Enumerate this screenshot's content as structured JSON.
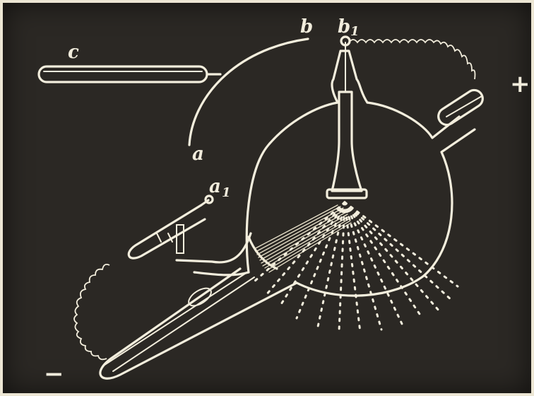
{
  "labels": {
    "a": "a",
    "a1": "a",
    "a1_sub": "1",
    "b": "b",
    "b1": "b",
    "b1_sub": "1",
    "c": "c",
    "plus": "+",
    "minus": "−"
  },
  "colors": {
    "background": "#2b2824",
    "lines": "#f3eedd",
    "paper": "#ece6d4"
  }
}
